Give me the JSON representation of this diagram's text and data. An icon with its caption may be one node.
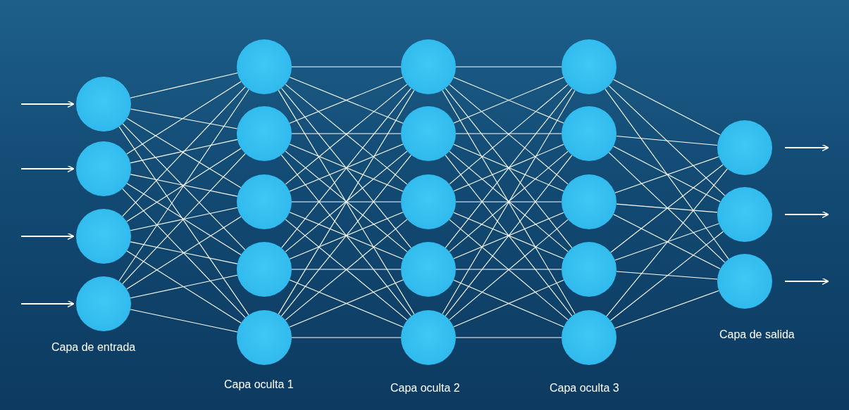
{
  "diagram": {
    "nodes": [
      {
        "text": [],
        "shape": "circle"
      },
      {
        "text": [],
        "shape": "circle"
      },
      {
        "text": [],
        "shape": "circle"
      },
      {
        "text": [],
        "shape": "circle"
      },
      {
        "text": [],
        "shape": "circle"
      },
      {
        "text": [],
        "shape": "circle"
      },
      {
        "text": [],
        "shape": "circle"
      },
      {
        "text": [],
        "shape": "circle"
      },
      {
        "text": [],
        "shape": "circle"
      },
      {
        "text": [],
        "shape": "circle"
      },
      {
        "text": [],
        "shape": "circle"
      },
      {
        "text": [],
        "shape": "circle"
      },
      {
        "text": [],
        "shape": "circle"
      },
      {
        "text": [],
        "shape": "circle"
      },
      {
        "text": [],
        "shape": "circle"
      },
      {
        "text": [],
        "shape": "circle"
      },
      {
        "text": [],
        "shape": "circle"
      },
      {
        "text": [],
        "shape": "circle"
      },
      {
        "text": [],
        "shape": "circle"
      },
      {
        "text": [],
        "shape": "circle"
      },
      {
        "text": [],
        "shape": "circle"
      },
      {
        "text": [],
        "shape": "circle"
      }
    ],
    "edges": [
      {
        "from": null,
        "to": 0,
        "arrow": "to"
      },
      {
        "from": null,
        "to": 1,
        "arrow": "to"
      },
      {
        "from": null,
        "to": 2,
        "arrow": "to"
      },
      {
        "from": null,
        "to": 3,
        "arrow": "to"
      },
      {
        "from": 0,
        "to": 4,
        "arrow": "none"
      },
      {
        "from": 0,
        "to": 5,
        "arrow": "none"
      },
      {
        "from": 0,
        "to": 6,
        "arrow": "none"
      },
      {
        "from": 0,
        "to": 7,
        "arrow": "none"
      },
      {
        "from": 0,
        "to": 8,
        "arrow": "none"
      },
      {
        "from": 1,
        "to": 4,
        "arrow": "none"
      },
      {
        "from": 1,
        "to": 5,
        "arrow": "none"
      },
      {
        "from": 1,
        "to": 6,
        "arrow": "none"
      },
      {
        "from": 1,
        "to": 7,
        "arrow": "none"
      },
      {
        "from": 1,
        "to": 8,
        "arrow": "none"
      },
      {
        "from": 2,
        "to": 4,
        "arrow": "none"
      },
      {
        "from": 2,
        "to": 5,
        "arrow": "none"
      },
      {
        "from": 2,
        "to": 6,
        "arrow": "none"
      },
      {
        "from": 2,
        "to": 7,
        "arrow": "none"
      },
      {
        "from": 2,
        "to": 8,
        "arrow": "none"
      },
      {
        "from": 3,
        "to": 4,
        "arrow": "none"
      },
      {
        "from": 3,
        "to": 5,
        "arrow": "none"
      },
      {
        "from": 3,
        "to": 6,
        "arrow": "none"
      },
      {
        "from": 3,
        "to": 7,
        "arrow": "none"
      },
      {
        "from": 3,
        "to": 8,
        "arrow": "none"
      },
      {
        "from": 4,
        "to": 9,
        "arrow": "none"
      },
      {
        "from": 4,
        "to": 10,
        "arrow": "none"
      },
      {
        "from": 4,
        "to": 11,
        "arrow": "none"
      },
      {
        "from": 4,
        "to": 12,
        "arrow": "none"
      },
      {
        "from": 4,
        "to": 13,
        "arrow": "none"
      },
      {
        "from": 5,
        "to": 9,
        "arrow": "none"
      },
      {
        "from": 5,
        "to": 10,
        "arrow": "none"
      },
      {
        "from": 5,
        "to": 11,
        "arrow": "none"
      },
      {
        "from": 5,
        "to": 12,
        "arrow": "none"
      },
      {
        "from": 5,
        "to": 13,
        "arrow": "none"
      },
      {
        "from": 6,
        "to": 9,
        "arrow": "none"
      },
      {
        "from": 6,
        "to": 10,
        "arrow": "none"
      },
      {
        "from": 6,
        "to": 11,
        "arrow": "none"
      },
      {
        "from": 6,
        "to": 12,
        "arrow": "none"
      },
      {
        "from": 6,
        "to": 13,
        "arrow": "none"
      },
      {
        "from": 7,
        "to": 9,
        "arrow": "none"
      },
      {
        "from": 7,
        "to": 10,
        "arrow": "none"
      },
      {
        "from": 7,
        "to": 11,
        "arrow": "none"
      },
      {
        "from": 7,
        "to": 12,
        "arrow": "none"
      },
      {
        "from": 7,
        "to": 13,
        "arrow": "none"
      },
      {
        "from": 8,
        "to": 9,
        "arrow": "none"
      },
      {
        "from": 8,
        "to": 10,
        "arrow": "none"
      },
      {
        "from": 8,
        "to": 11,
        "arrow": "none"
      },
      {
        "from": 8,
        "to": 12,
        "arrow": "none"
      },
      {
        "from": 8,
        "to": 13,
        "arrow": "none"
      },
      {
        "from": 9,
        "to": 14,
        "arrow": "none"
      },
      {
        "from": 9,
        "to": 15,
        "arrow": "none"
      },
      {
        "from": 9,
        "to": 16,
        "arrow": "none"
      },
      {
        "from": 9,
        "to": 17,
        "arrow": "none"
      },
      {
        "from": 9,
        "to": 18,
        "arrow": "none"
      },
      {
        "from": 10,
        "to": 14,
        "arrow": "none"
      },
      {
        "from": 10,
        "to": 15,
        "arrow": "none"
      },
      {
        "from": 10,
        "to": 16,
        "arrow": "none"
      },
      {
        "from": 10,
        "to": 17,
        "arrow": "none"
      },
      {
        "from": 10,
        "to": 18,
        "arrow": "none"
      },
      {
        "from": 11,
        "to": 14,
        "arrow": "none"
      },
      {
        "from": 11,
        "to": 15,
        "arrow": "none"
      },
      {
        "from": 11,
        "to": 16,
        "arrow": "none"
      },
      {
        "from": 11,
        "to": 17,
        "arrow": "none"
      },
      {
        "from": 11,
        "to": 18,
        "arrow": "none"
      },
      {
        "from": 12,
        "to": 14,
        "arrow": "none"
      },
      {
        "from": 12,
        "to": 15,
        "arrow": "none"
      },
      {
        "from": 12,
        "to": 16,
        "arrow": "none"
      },
      {
        "from": 12,
        "to": 17,
        "arrow": "none"
      },
      {
        "from": 12,
        "to": 18,
        "arrow": "none"
      },
      {
        "from": 13,
        "to": 14,
        "arrow": "none"
      },
      {
        "from": 13,
        "to": 15,
        "arrow": "none"
      },
      {
        "from": 13,
        "to": 16,
        "arrow": "none"
      },
      {
        "from": 13,
        "to": 17,
        "arrow": "none"
      },
      {
        "from": 13,
        "to": 18,
        "arrow": "none"
      },
      {
        "from": 14,
        "to": 19,
        "arrow": "none"
      },
      {
        "from": 14,
        "to": 20,
        "arrow": "none"
      },
      {
        "from": 14,
        "to": 21,
        "arrow": "none"
      },
      {
        "from": 15,
        "to": 19,
        "arrow": "none"
      },
      {
        "from": 15,
        "to": 20,
        "arrow": "none"
      },
      {
        "from": 15,
        "to": 21,
        "arrow": "none"
      },
      {
        "from": 16,
        "to": 19,
        "arrow": "none"
      },
      {
        "from": 16,
        "to": 20,
        "arrow": "none"
      },
      {
        "from": 16,
        "to": 21,
        "arrow": "none"
      },
      {
        "from": 17,
        "to": 19,
        "arrow": "none"
      },
      {
        "from": 17,
        "to": 20,
        "arrow": "none"
      },
      {
        "from": 17,
        "to": 21,
        "arrow": "none"
      },
      {
        "from": 18,
        "to": 19,
        "arrow": "none"
      },
      {
        "from": 18,
        "to": 20,
        "arrow": "none"
      },
      {
        "from": 18,
        "to": 21,
        "arrow": "none"
      },
      {
        "from": 19,
        "to": null,
        "arrow": "to"
      },
      {
        "from": 20,
        "to": null,
        "arrow": "to"
      },
      {
        "from": 21,
        "to": null,
        "arrow": "to"
      }
    ],
    "labels": [
      "Capa de entrada",
      "Capa de salida",
      "Capa oculta 1",
      "Capa oculta 2",
      "Capa oculta 3"
    ]
  }
}
